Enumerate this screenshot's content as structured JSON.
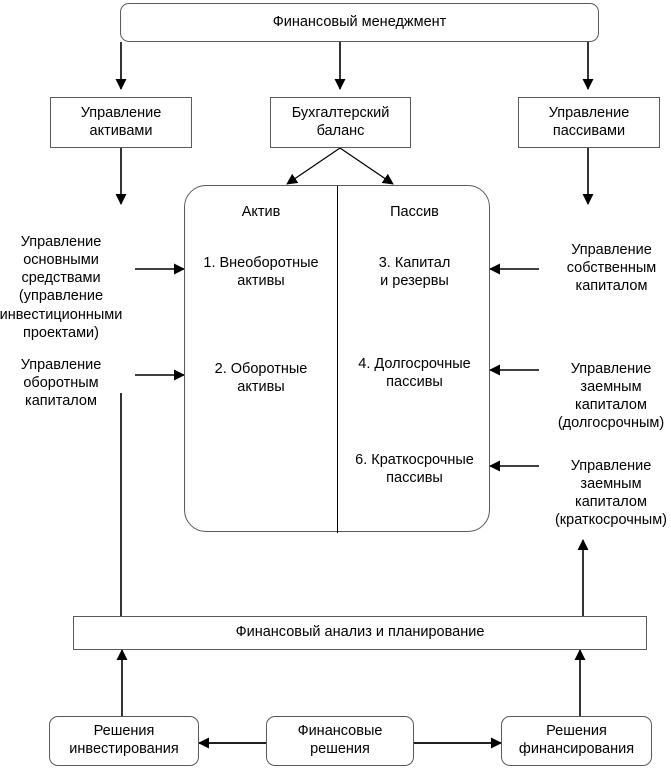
{
  "diagram": {
    "title": "Финансовый менеджмент",
    "top_box": {
      "label": "Финансовый менеджмент"
    },
    "second_row": [
      {
        "id": "asset-management",
        "label": "Управление\nактивами"
      },
      {
        "id": "balance-sheet",
        "label": "Бухгалтерский\nбаланс"
      },
      {
        "id": "liability-management",
        "label": "Управление\nпассивами"
      }
    ],
    "balance_box": {
      "asset_header": "Актив",
      "liability_header": "Пассив",
      "asset_items": [
        {
          "num": "1.",
          "text": "Внеоборотные\nактивы"
        },
        {
          "num": "2.",
          "text": "Оборотные\nактивы"
        }
      ],
      "liability_items": [
        {
          "num": "3.",
          "text": "Капитал\nи резервы"
        },
        {
          "num": "4.",
          "text": "Долгосрочные\nпассивы"
        },
        {
          "num": "6.",
          "text": "Краткосрочные\nпассивы"
        }
      ]
    },
    "left_labels": [
      {
        "id": "fixed-assets-management",
        "lines": [
          "Управление",
          "основными",
          "средствами",
          "(управление",
          "инвестиционными",
          "проектами)"
        ]
      },
      {
        "id": "working-capital-management",
        "lines": [
          "Управление",
          "оборотным",
          "капиталом"
        ]
      }
    ],
    "right_labels": [
      {
        "id": "equity-management",
        "lines": [
          "Управление",
          "собственным",
          "капиталом"
        ]
      },
      {
        "id": "longterm-debt-management",
        "lines": [
          "Управление",
          "заемным",
          "капиталом",
          "(долгосрочным)"
        ]
      },
      {
        "id": "shortterm-debt-management",
        "lines": [
          "Управление",
          "заемным",
          "капиталом",
          "(краткосрочным)"
        ]
      }
    ],
    "analysis_box": {
      "label": "Финансовый анализ и планирование"
    },
    "bottom_row": [
      {
        "id": "investment-decisions",
        "label": "Решения\nинвестирования"
      },
      {
        "id": "financial-decisions",
        "label": "Финансовые\nрешения"
      },
      {
        "id": "financing-decisions",
        "label": "Решения\nфинансирования"
      }
    ]
  },
  "colors": {
    "stroke": "#5a5a5a",
    "arrow": "#000000",
    "text": "#000000",
    "background": "#ffffff"
  }
}
